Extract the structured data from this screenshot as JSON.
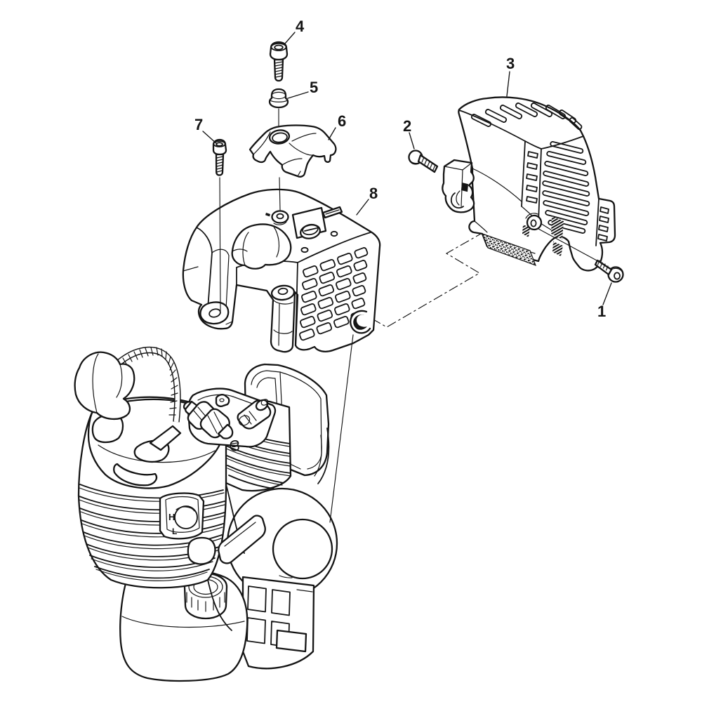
{
  "figure": {
    "type": "exploded-parts-diagram",
    "background": "#ffffff",
    "ink": "#151515"
  },
  "engine": {
    "carb_adjust_labels": [
      "H",
      "L"
    ]
  },
  "callouts": [
    {
      "label": "1"
    },
    {
      "label": "2"
    },
    {
      "label": "3"
    },
    {
      "label": "4"
    },
    {
      "label": "5"
    },
    {
      "label": "6"
    },
    {
      "label": "7"
    },
    {
      "label": "8"
    }
  ]
}
